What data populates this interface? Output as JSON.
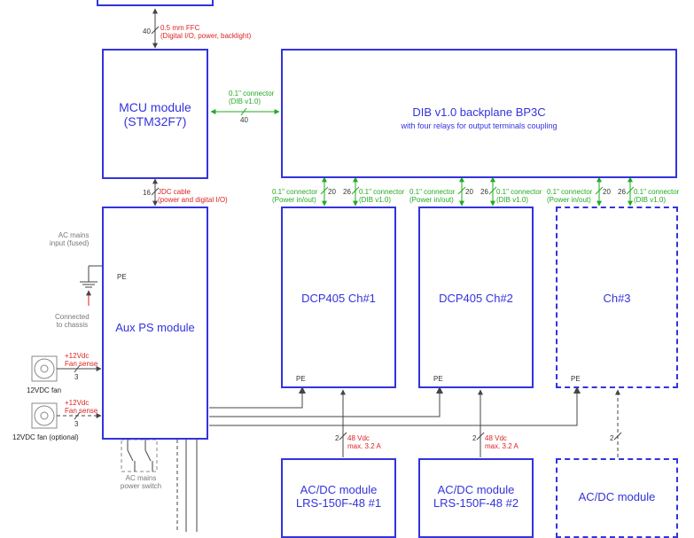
{
  "blocks": {
    "mcu": {
      "line1": "MCU module",
      "line2": "(STM32F7)"
    },
    "dib": {
      "line1": "DIB v1.0 backplane BP3C",
      "line2": "with four relays for output terminals coupling"
    },
    "aux": {
      "label": "Aux PS module"
    },
    "ch1": {
      "label": "DCP405 Ch#1"
    },
    "ch2": {
      "label": "DCP405 Ch#2"
    },
    "ch3": {
      "label": "Ch#3"
    },
    "acdc1": {
      "line1": "AC/DC module",
      "line2": "LRS-150F-48 #1"
    },
    "acdc2": {
      "line1": "AC/DC module",
      "line2": "LRS-150F-48 #2"
    },
    "acdc3": {
      "line1": "AC/DC module"
    }
  },
  "notes": {
    "ffc_wires": "40",
    "ffc_line1": "0.5 mm FFC",
    "ffc_line2": "(Digital I/O, power, backlight)",
    "mcu_dib_line1": "0.1\" connector",
    "mcu_dib_line2": "(DIB v1.0)",
    "mcu_dib_wires": "40",
    "jdc_wires": "16",
    "jdc_line1": "JDC cable",
    "jdc_line2": "(power and digital I/O)",
    "ac_mains_line1": "AC mains",
    "ac_mains_line2": "input (fused)",
    "chassis_line1": "Connected",
    "chassis_line2": "to chassis",
    "pe": "PE",
    "fan_v": "+12Vdc",
    "fan_sense": "Fan sense",
    "fan_wires": "3",
    "fan1_label": "12VDC fan",
    "fan2_label": "12VDC fan (optional)",
    "switch_line1": "AC mains",
    "switch_line2": "power switch",
    "conn_power_line1": "0.1\" connector",
    "conn_power_line2": "(Power in/out)",
    "conn_dib_line1": "0.1\" connector",
    "conn_dib_line2": "(DIB v1.0)",
    "w20": "20",
    "w26": "26",
    "w2": "2",
    "vdc_line1": "48 Vdc",
    "vdc_line2": "max. 3.2 A"
  },
  "colors": {
    "block": "#3333dd",
    "red_note": "#dd2222",
    "green_note": "#22aa22",
    "gray_note": "#777777"
  }
}
